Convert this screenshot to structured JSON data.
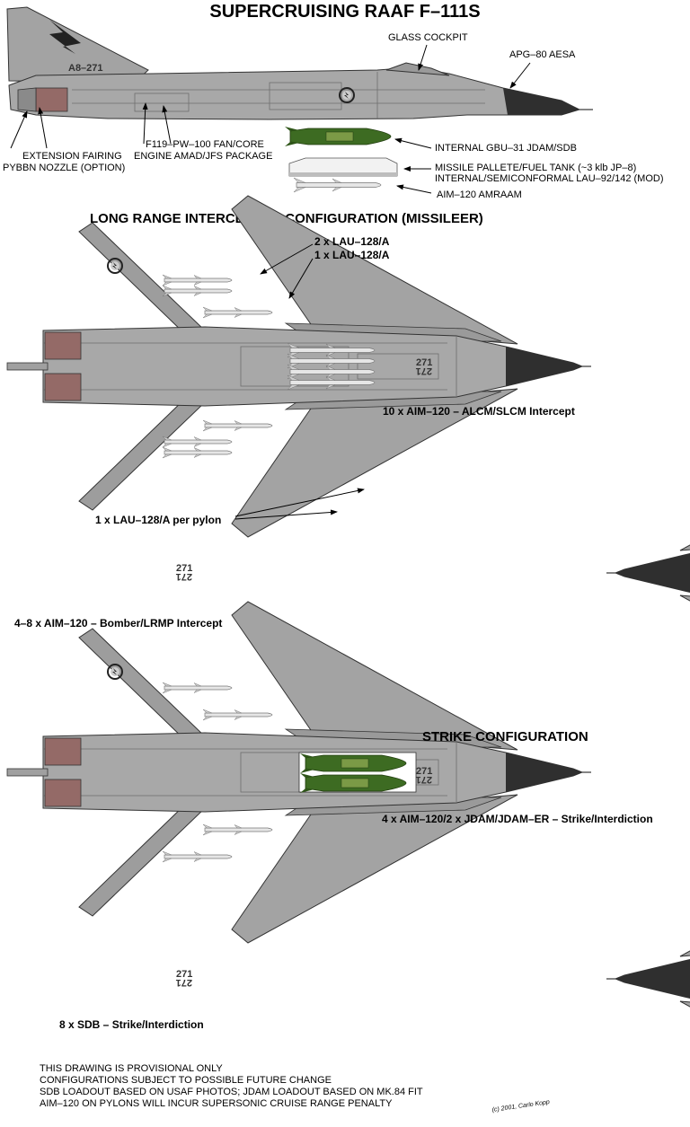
{
  "title": "SUPERCRUISING RAAF F–111S",
  "colors": {
    "airframe": "#a3a3a3",
    "airframe_dark": "#8c8c8c",
    "radome": "#2f2f2f",
    "nozzle": "#946a67",
    "missile": "#e2e2e2",
    "jdam": "#3d6b22",
    "sdb": "#4e6e2e",
    "roundel": "#222222"
  },
  "profile": {
    "serial": "A8–271",
    "labels": {
      "cockpit": "GLASS COCKPIT",
      "radar": "APG–80 AESA",
      "fairing": "EXTENSION FAIRING",
      "nozzle": "PYBBN NOZZLE (OPTION)",
      "engine_1": "F119–PW–100 FAN/CORE",
      "engine_2": "ENGINE AMAD/JFS PACKAGE"
    }
  },
  "legend": {
    "jdam": "INTERNAL GBU–31 JDAM/SDB",
    "pallet_1": "MISSILE PALLETE/FUEL TANK (~3 klb JP–8)",
    "pallet_2": "INTERNAL/SEMICONFORMAL LAU–92/142 (MOD)",
    "amraam": "AIM–120 AMRAAM"
  },
  "interceptor": {
    "heading": "LONG RANGE INTERCEPTOR CONFIGURATION (MISSILEER)",
    "callout_1": "2 x LAU–128/A",
    "callout_2": "1 x LAU–128/A",
    "caption_alcm": "10 x AIM–120 – ALCM/SLCM Intercept",
    "callout_pylon": "1 x LAU–128/A per pylon",
    "caption_bomber": "4–8 x AIM–120 – Bomber/LRMP Intercept"
  },
  "strike": {
    "heading": "STRIKE CONFIGURATION",
    "caption_jdam": "4 x AIM–120/2 x JDAM/JDAM–ER – Strike/Interdiction",
    "caption_sdb": "8 x SDB – Strike/Interdiction"
  },
  "aircraft_number": "271",
  "notes": [
    "THIS DRAWING IS PROVISIONAL ONLY",
    "CONFIGURATIONS SUBJECT TO POSSIBLE FUTURE CHANGE",
    "SDB LOADOUT BASED ON USAF PHOTOS; JDAM LOADOUT BASED ON MK.84 FIT",
    "AIM–120 ON PYLONS WILL INCUR SUPERSONIC CRUISE RANGE PENALTY"
  ],
  "credit": "(c) 2001, Carlo Kopp"
}
